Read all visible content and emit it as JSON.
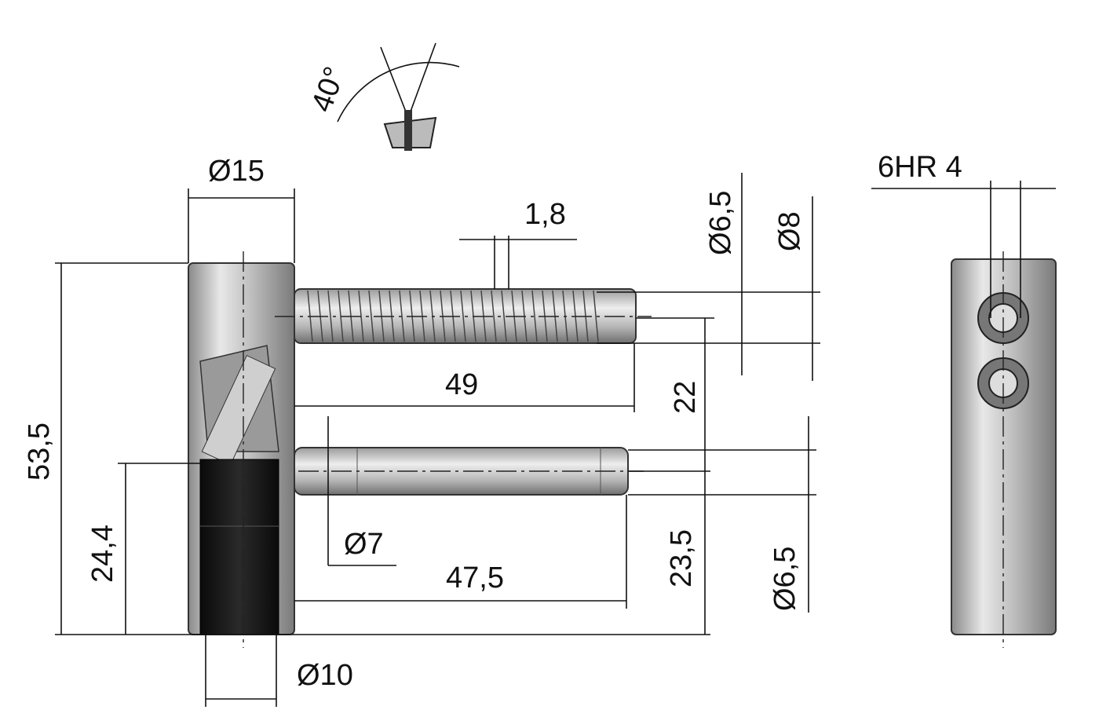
{
  "drawing": {
    "angle_label": "40°",
    "dims": {
      "body_diameter": "Ø15",
      "thread_pitch": "1,8",
      "thread_core_diameter": "Ø6,5",
      "thread_outer_diameter": "Ø8",
      "hex_socket": "6HR 4",
      "screw_length": "49",
      "axis_distance": "22",
      "overall_height": "53,5",
      "pin_height": "24,4",
      "collar_diameter": "Ø7",
      "pin_length": "47,5",
      "pin_axis_height": "23,5",
      "pin_diameter": "Ø6,5",
      "sleeve_diameter": "Ø10"
    }
  }
}
